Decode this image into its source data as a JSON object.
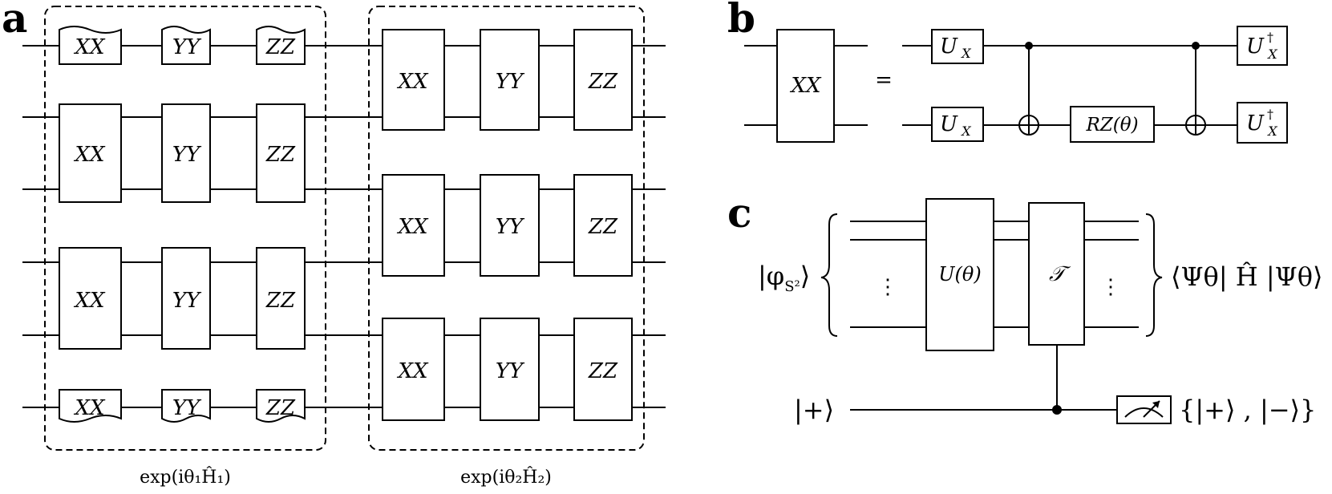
{
  "panels": {
    "a": {
      "label": "a",
      "gate_xx": "XX",
      "gate_yy": "YY",
      "gate_zz": "ZZ",
      "caption_left": "exp(iθ₁Ĥ₁)",
      "caption_right": "exp(iθ₂Ĥ₂)"
    },
    "b": {
      "label": "b",
      "lhs_gate": "XX",
      "equals": "=",
      "u_x": "U",
      "u_x_sub": "X",
      "u_x_dag": "U",
      "u_x_dag_sup": "†",
      "u_x_dag_sub": "X",
      "rz": "RZ(θ)"
    },
    "c": {
      "label": "c",
      "input_state": "|φ",
      "input_state_sub": "S²",
      "input_state_close": "⟩",
      "plus_state": "|+⟩",
      "unitary": "U(θ)",
      "tau": "𝒯",
      "dots": "⋮",
      "expectation": "⟨Ψθ| Ĥ |Ψθ⟩",
      "outcomes": "{|+⟩ , |−⟩}"
    }
  }
}
